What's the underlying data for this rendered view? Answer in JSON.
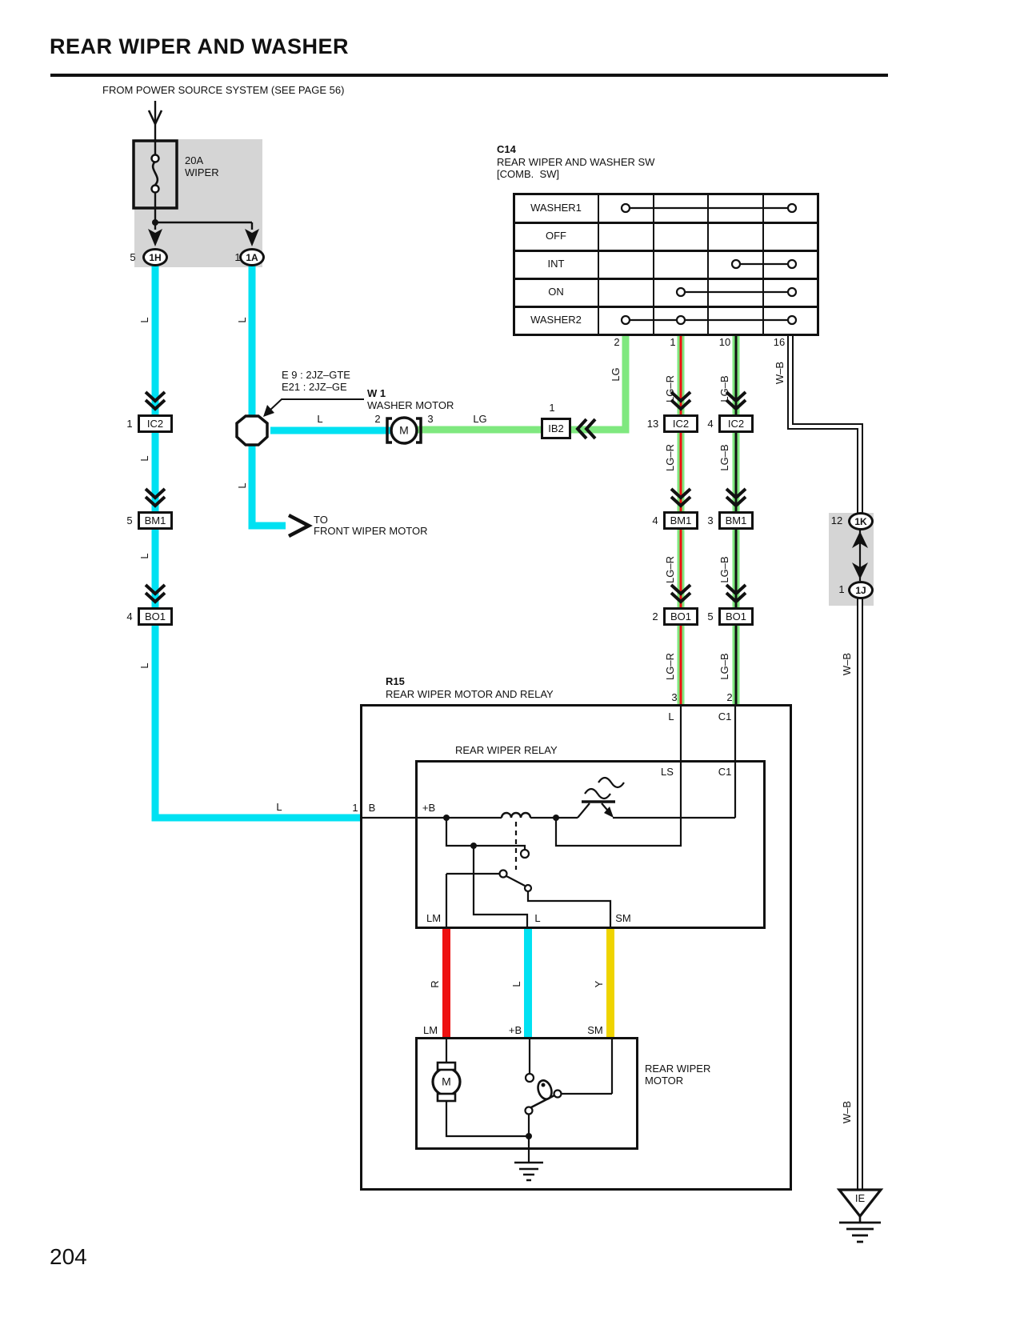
{
  "colors": {
    "wire_blue": "#00E1F2",
    "wire_green": "#7FE87F",
    "wire_red": "#EE1111",
    "wire_yellow": "#EFD400",
    "shade": "#D5D5D5",
    "line": "#111111"
  },
  "header": {
    "title": "REAR WIPER AND WASHER",
    "page_number": "204"
  },
  "power": {
    "note": "FROM POWER SOURCE SYSTEM (SEE PAGE 56)",
    "fuse_rating": "20A",
    "fuse_name": "WIPER",
    "connector_1h": {
      "pin": "5",
      "label": "1H"
    },
    "connector_1a": {
      "pin": "1",
      "label": "1A"
    }
  },
  "combo_switch": {
    "id": "C14",
    "name": "REAR WIPER AND WASHER SW",
    "subname": "[COMB.  SW]",
    "positions": [
      "WASHER1",
      "OFF",
      "INT",
      "ON",
      "WASHER2"
    ],
    "terminals": [
      "2",
      "1",
      "10",
      "16"
    ]
  },
  "wire_labels": {
    "l": "L",
    "lg": "LG",
    "lg_r": "LG–R",
    "lg_b": "LG–B",
    "w_b": "W–B",
    "r": "R",
    "y": "Y"
  },
  "washer_motor": {
    "id": "W 1",
    "name": "WASHER MOTOR",
    "motor_symbol": "M",
    "pin_in": "2",
    "pin_out": "3",
    "ib2": {
      "pin": "1",
      "label": "IB2"
    }
  },
  "engine_note": {
    "line1": "E 9 : 2JZ–GTE",
    "line2": "E21 : 2JZ–GE"
  },
  "branch_note": {
    "line1": "TO",
    "line2": "FRONT WIPER MOTOR"
  },
  "connectors": {
    "ic2_left": {
      "pin": "1",
      "label": "IC2"
    },
    "bm1_left": {
      "pin": "5",
      "label": "BM1"
    },
    "bo1_left": {
      "pin": "4",
      "label": "BO1"
    },
    "ic2_mid": {
      "pin": "13",
      "label": "IC2"
    },
    "ic2_right": {
      "pin": "4",
      "label": "IC2"
    },
    "bm1_mid": {
      "pin": "4",
      "label": "BM1"
    },
    "bm1_right": {
      "pin": "3",
      "label": "BM1"
    },
    "bo1_mid": {
      "pin": "2",
      "label": "BO1"
    },
    "bo1_right": {
      "pin": "5",
      "label": "BO1"
    },
    "k1": {
      "pin": "12",
      "label": "1K"
    },
    "j1": {
      "pin": "1",
      "label": "1J"
    }
  },
  "rear_unit": {
    "id": "R15",
    "name": "REAR WIPER MOTOR AND RELAY",
    "relay_title": "REAR WIPER RELAY",
    "pin_b_no": "1",
    "pin_3": "3",
    "pin_2": "2",
    "terminals": {
      "b": "B",
      "plus_b": "+B",
      "l": "L",
      "c1": "C1",
      "ls": "LS",
      "lm": "LM",
      "sm": "SM"
    },
    "motor_title_line1": "REAR WIPER",
    "motor_title_line2": "MOTOR",
    "motor_symbol": "M"
  },
  "ground": {
    "label": "IE"
  }
}
